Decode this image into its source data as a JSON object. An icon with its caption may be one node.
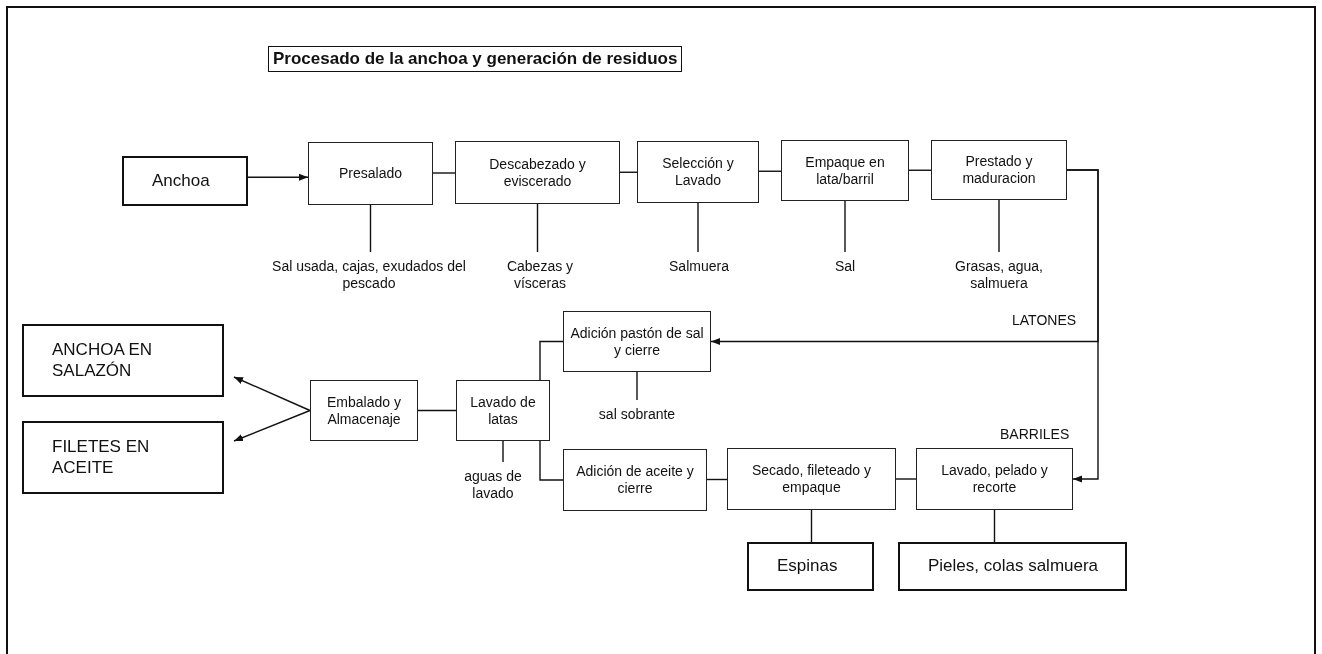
{
  "diagram": {
    "title": "Procesado de la anchoa y generación de residuos",
    "nodes": [
      {
        "text": [
          "Anchoa"
        ]
      },
      {
        "text": [
          "Presalado"
        ]
      },
      {
        "text": [
          "Descabezado y eviscerado"
        ]
      },
      {
        "text": [
          "Selección y Lavado"
        ]
      },
      {
        "text": [
          "Empaque en lata/barril"
        ]
      },
      {
        "text": [
          "Prestado y maduracion"
        ]
      },
      {
        "text": [
          "Sal usada, cajas, exudados del pescado"
        ]
      },
      {
        "text": [
          "Cabezas y vísceras"
        ]
      },
      {
        "text": [
          "Salmuera"
        ]
      },
      {
        "text": [
          "Sal"
        ]
      },
      {
        "text": [
          "Grasas, agua, salmuera"
        ]
      },
      {
        "text": [
          "ANCHOA EN SALAZÓN"
        ]
      },
      {
        "text": [
          "Adición pastón de sal y cierre"
        ]
      },
      {
        "text": [
          "Embalado y Almacenaje"
        ]
      },
      {
        "text": [
          "Lavado de latas"
        ]
      },
      {
        "text": [
          "sal sobrante"
        ]
      },
      {
        "text": [
          "FILETES EN ACEITE"
        ]
      },
      {
        "text": [
          "aguas de lavado"
        ]
      },
      {
        "text": [
          "Adición de aceite y cierre"
        ]
      },
      {
        "text": [
          "Secado, fileteado y empaque"
        ]
      },
      {
        "text": [
          "Lavado, pelado y recorte"
        ]
      },
      {
        "text": [
          "Espinas"
        ]
      },
      {
        "text": [
          "Pieles, colas salmuera"
        ]
      }
    ],
    "edges": [
      {
        "from": 0,
        "to": 1,
        "arrow": "to"
      },
      {
        "from": 1,
        "to": 2,
        "arrow": "none"
      },
      {
        "from": 2,
        "to": 3,
        "arrow": "none"
      },
      {
        "from": 3,
        "to": 4,
        "arrow": "none"
      },
      {
        "from": 4,
        "to": 5,
        "arrow": "none"
      },
      {
        "from": 1,
        "to": 6,
        "arrow": "none"
      },
      {
        "from": 2,
        "to": 7,
        "arrow": "none"
      },
      {
        "from": 3,
        "to": 8,
        "arrow": "none"
      },
      {
        "from": 4,
        "to": 9,
        "arrow": "none"
      },
      {
        "from": 5,
        "to": 10,
        "arrow": "none"
      },
      {
        "from": 5,
        "to": 12,
        "arrow": "to",
        "label": "LATONES"
      },
      {
        "from": 5,
        "to": 20,
        "arrow": "to",
        "label": "BARRILES"
      },
      {
        "from": 12,
        "to": 15,
        "arrow": "none"
      },
      {
        "from": 20,
        "to": 19,
        "arrow": "none"
      },
      {
        "from": 19,
        "to": 18,
        "arrow": "none"
      },
      {
        "from": 12,
        "to": 14,
        "arrow": "none"
      },
      {
        "from": 18,
        "to": 14,
        "arrow": "none"
      },
      {
        "from": 14,
        "to": 13,
        "arrow": "none"
      },
      {
        "from": 13,
        "to": 11,
        "arrow": "to"
      },
      {
        "from": 13,
        "to": 16,
        "arrow": "to"
      },
      {
        "from": 14,
        "to": 17,
        "arrow": "none"
      },
      {
        "from": 19,
        "to": 21,
        "arrow": "none"
      },
      {
        "from": 20,
        "to": 22,
        "arrow": "none"
      }
    ]
  }
}
